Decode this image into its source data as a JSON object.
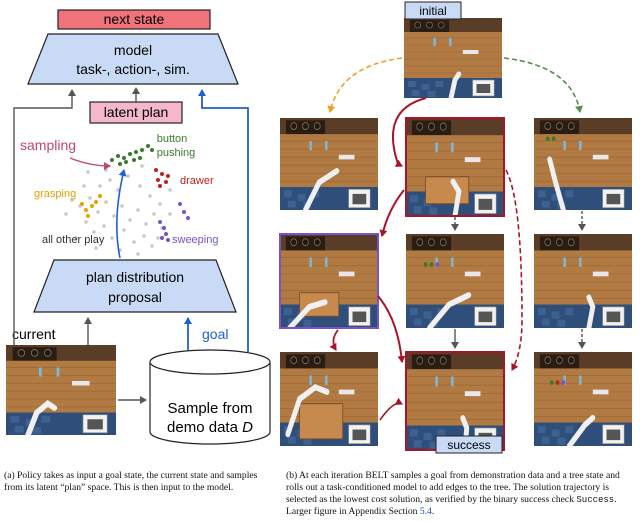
{
  "left_panel": {
    "next_state_label": "next state",
    "model_label_line1": "model",
    "model_label_line2": "task-, action-, sim.",
    "latent_plan_label": "latent plan",
    "sampling_label": "sampling",
    "button_pushing_line1": "button",
    "button_pushing_line2": "pushing",
    "drawer_label": "drawer",
    "grasping_label": "grasping",
    "sweeping_label": "sweeping",
    "all_other_play_label": "all other play",
    "proposal_line1": "plan distribution",
    "proposal_line2": "proposal",
    "current_label": "current",
    "goal_label": "goal",
    "sample_line1": "Sample from",
    "sample_line2_text": "demo data ",
    "sample_line2_var": "D"
  },
  "right_panel": {
    "initial_label": "initial",
    "success_label": "success"
  },
  "colors": {
    "next_state_fill": "#f0737b",
    "latent_plan_fill": "#f4b7cc",
    "model_fill": "#c8daf6",
    "sampling_text": "#c0476f",
    "button_pushing_text": "#3b7a2a",
    "drawer_text": "#c02020",
    "grasping_text": "#e8a000",
    "sweeping_text": "#7a52c8",
    "goal_blue": "#1f5fd0",
    "tree_red": "#a8142a",
    "tree_orange": "#f0a020",
    "tree_green": "#5b8c50"
  },
  "caption_a": {
    "text": "(a) Policy takes as input a goal state, the current state and samples from its latent “plan” space. This is then input to the model."
  },
  "caption_b": {
    "text_before": "(b) At each iteration BELT samples a goal from demonstration data and a tree state and rolls out a task-conditioned model to add edges to the tree. The solution trajectory is selected as the lowest cost solution, as verified by the binary success check ",
    "code": "Success",
    "text_middle": ". Larger figure in Appendix Section ",
    "link": "5.4",
    "text_after": "."
  }
}
